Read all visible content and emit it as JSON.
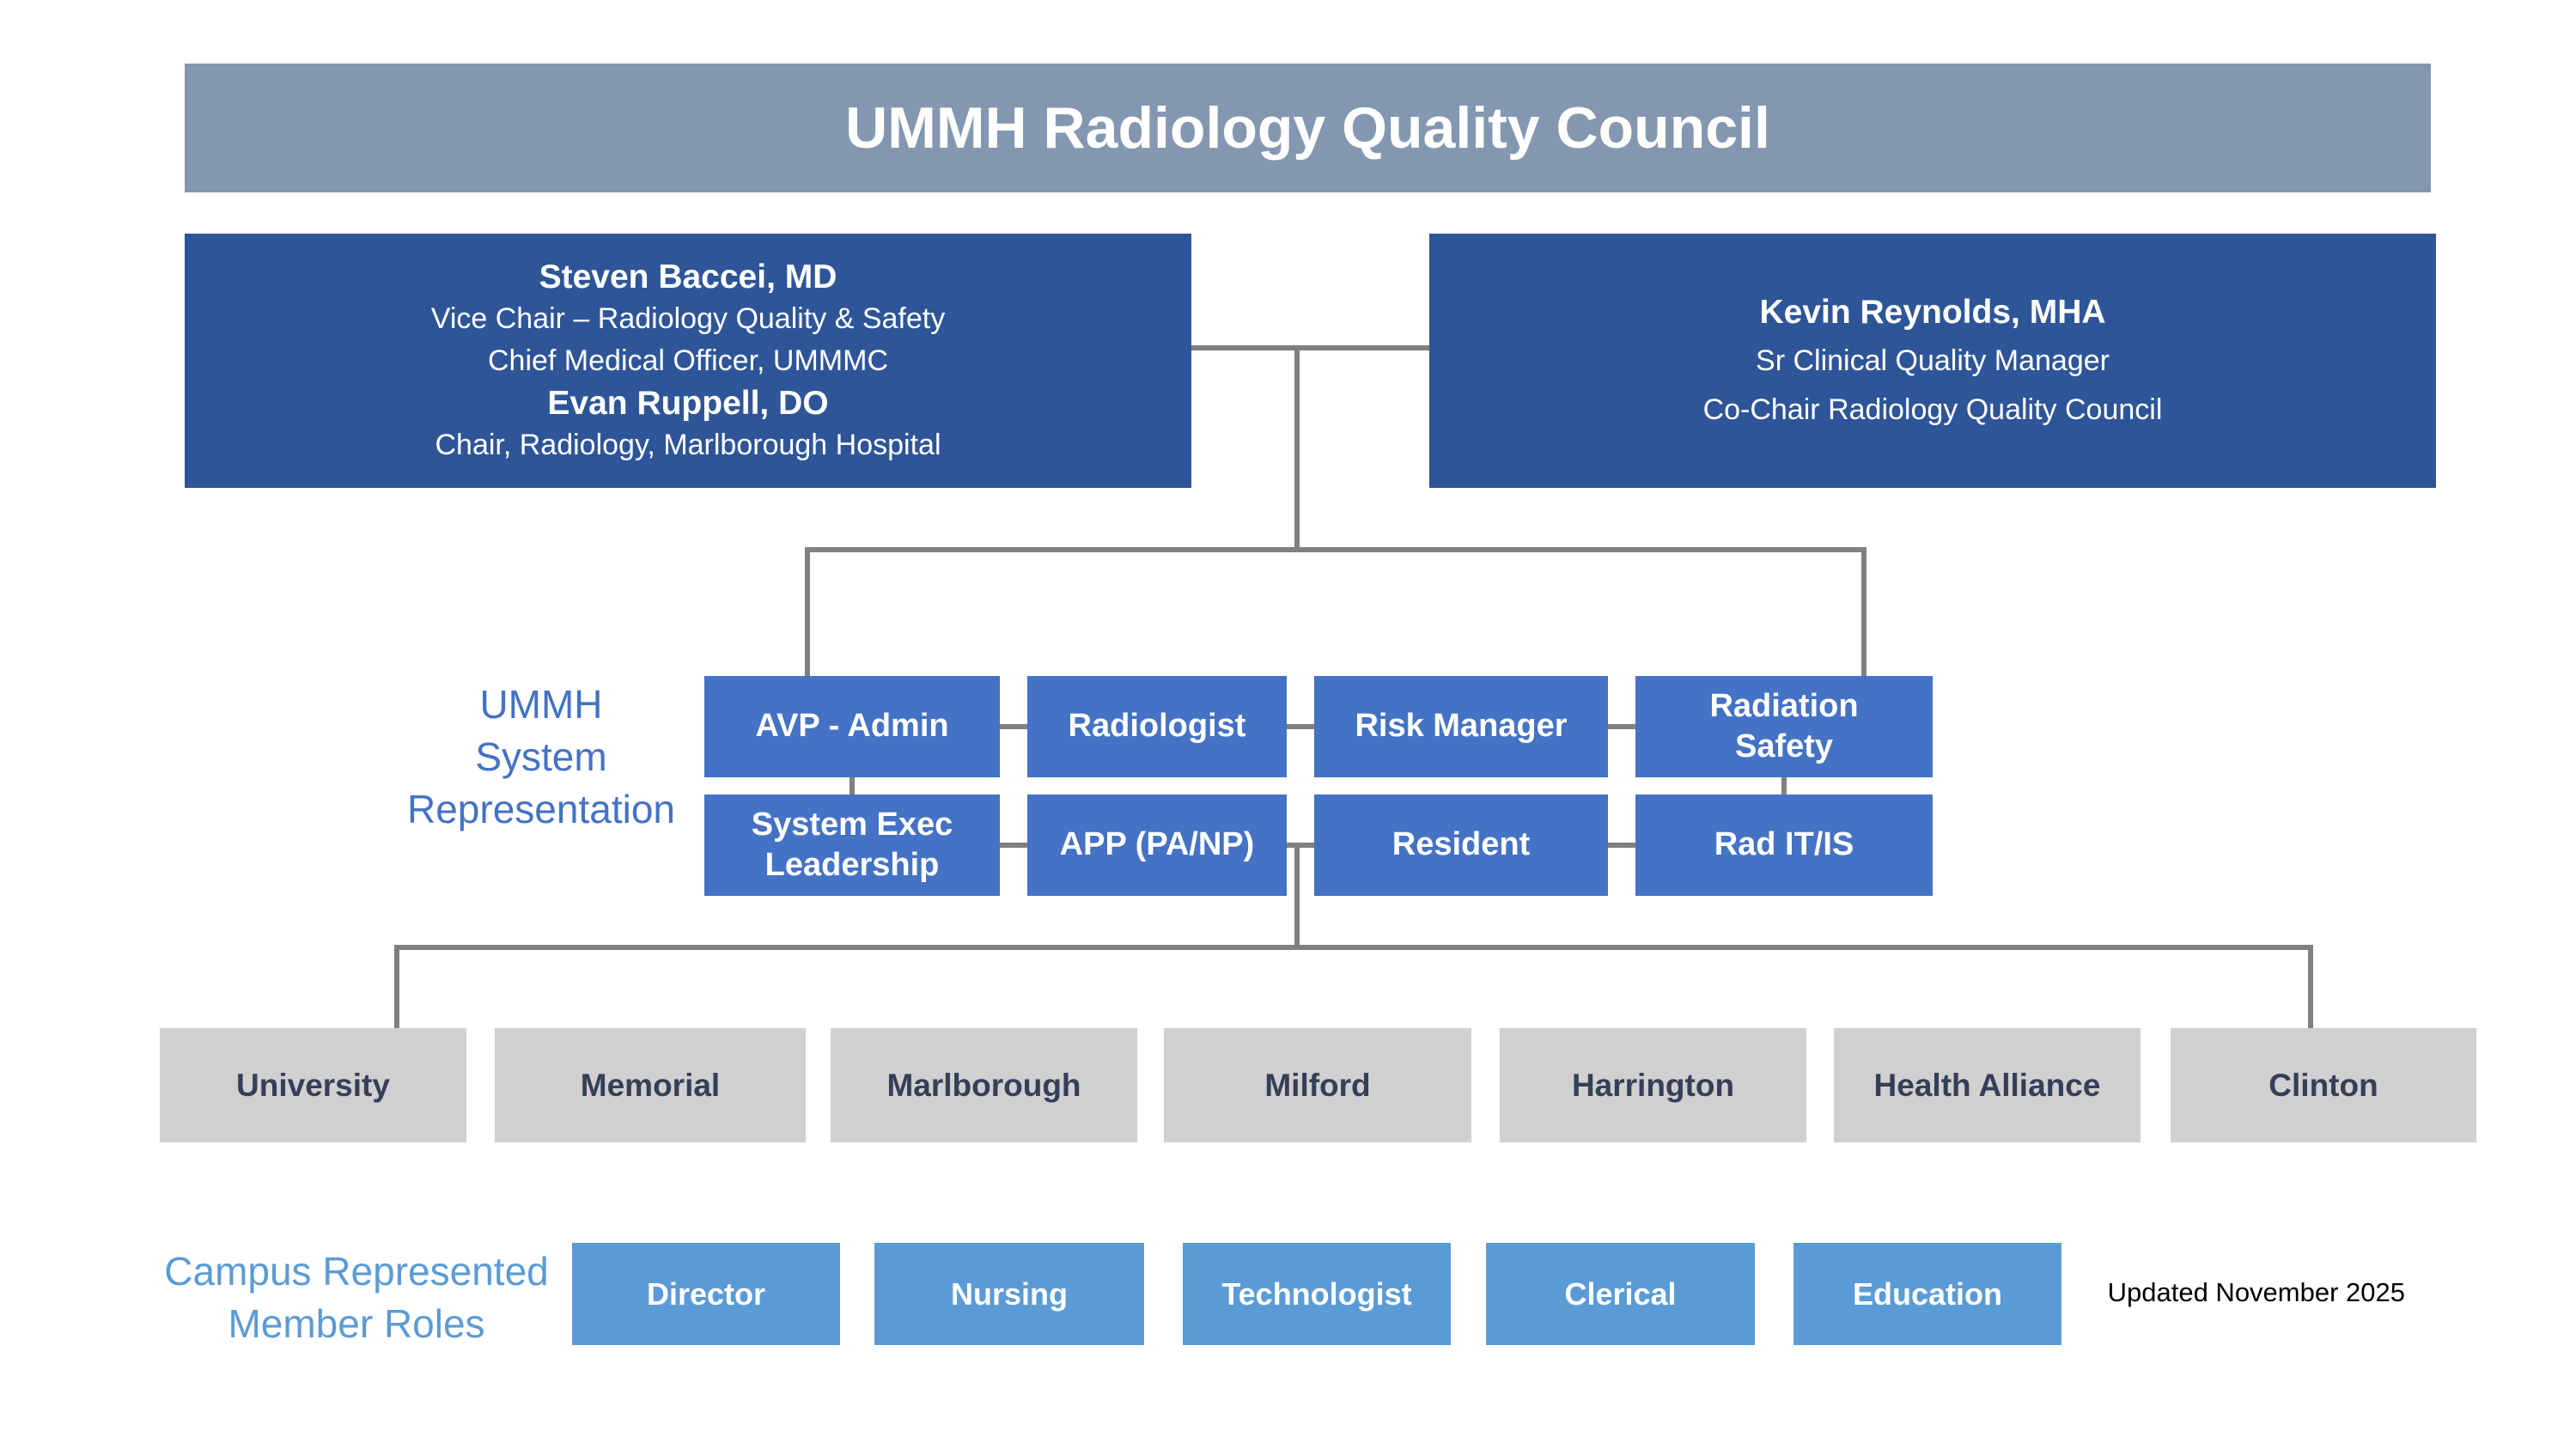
{
  "colors": {
    "banner_bg": "#8497B1",
    "leader_box_bg": "#2E5597",
    "system_box_bg": "#4472C4",
    "campus_box_bg": "#D1CFCF",
    "campus_text": "#343F58",
    "role_box_bg": "#5B9BD5",
    "connector": "#808080",
    "system_label_text": "#4472C4",
    "campus_label_text": "#5B9BD5"
  },
  "title": "UMMH Radiology Quality Council",
  "leaders": {
    "left": {
      "name1": "Steven Baccei, MD",
      "role1": "Vice Chair – Radiology Quality & Safety",
      "role2": "Chief Medical Officer, UMMMC",
      "name2": "Evan Ruppell, DO",
      "role3": "Chair, Radiology, Marlborough Hospital"
    },
    "right": {
      "name": "Kevin Reynolds, MHA",
      "role1": "Sr Clinical Quality Manager",
      "role2": "Co-Chair Radiology Quality Council"
    }
  },
  "system_representation": {
    "label_lines": [
      "UMMH",
      "System",
      "Representation"
    ],
    "boxes": [
      "AVP - Admin",
      "Radiologist",
      "Risk Manager",
      "Radiation Safety",
      "System Exec Leadership",
      "APP (PA/NP)",
      "Resident",
      "Rad IT/IS"
    ]
  },
  "campuses": [
    "University",
    "Memorial",
    "Marlborough",
    "Milford",
    "Harrington",
    "Health Alliance",
    "Clinton"
  ],
  "member_roles": {
    "label_lines": [
      "Campus Represented",
      "Member Roles"
    ],
    "boxes": [
      "Director",
      "Nursing",
      "Technologist",
      "Clerical",
      "Education"
    ]
  },
  "footnote": "Updated November 2025"
}
